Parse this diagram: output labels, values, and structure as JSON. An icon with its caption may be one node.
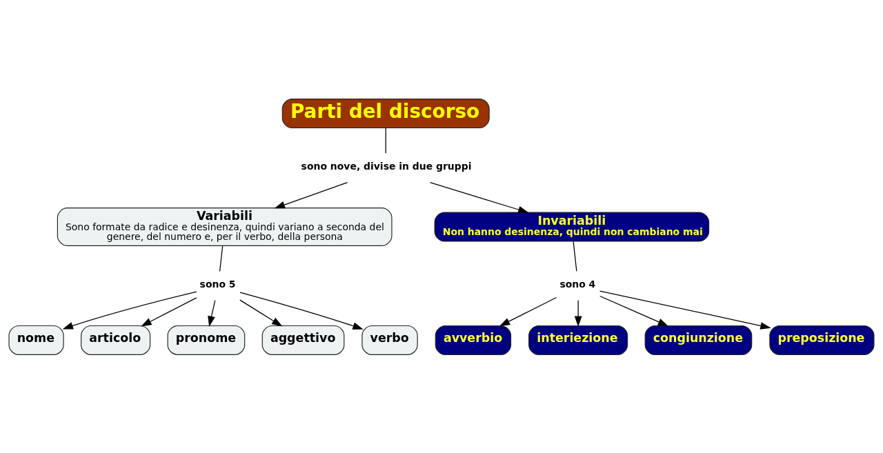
{
  "diagram": {
    "nodes": [
      {
        "text": [
          "Parti del discorso"
        ]
      },
      {
        "text": [
          "sono nove, divise in due gruppi"
        ]
      },
      {
        "text": [
          "Variabili",
          "Sono formate da radice e desinenza, quindi variano a seconda del genere, del numero e, per il verbo, della persona"
        ]
      },
      {
        "text": [
          "Invariabili",
          "Non hanno desinenza, quindi non cambiano mai"
        ]
      },
      {
        "text": [
          "sono 5"
        ]
      },
      {
        "text": [
          "nome"
        ]
      },
      {
        "text": [
          "articolo"
        ]
      },
      {
        "text": [
          "pronome"
        ]
      },
      {
        "text": [
          "aggettivo"
        ]
      },
      {
        "text": [
          "verbo"
        ]
      },
      {
        "text": [
          "sono 4"
        ]
      },
      {
        "text": [
          "avverbio"
        ]
      },
      {
        "text": [
          "interiezione"
        ]
      },
      {
        "text": [
          "congiunzione"
        ]
      },
      {
        "text": [
          "preposizione"
        ]
      }
    ],
    "edges": [
      {
        "from": 0,
        "to": 1,
        "arrow": "none"
      },
      {
        "from": 1,
        "to": 2,
        "arrow": "to"
      },
      {
        "from": 1,
        "to": 3,
        "arrow": "to"
      },
      {
        "from": 2,
        "to": 4,
        "arrow": "none"
      },
      {
        "from": 4,
        "to": 5,
        "arrow": "to"
      },
      {
        "from": 4,
        "to": 6,
        "arrow": "to"
      },
      {
        "from": 4,
        "to": 7,
        "arrow": "to"
      },
      {
        "from": 4,
        "to": 8,
        "arrow": "to"
      },
      {
        "from": 4,
        "to": 9,
        "arrow": "to"
      },
      {
        "from": 3,
        "to": 10,
        "arrow": "none"
      },
      {
        "from": 10,
        "to": 11,
        "arrow": "to"
      },
      {
        "from": 10,
        "to": 12,
        "arrow": "to"
      },
      {
        "from": 10,
        "to": 13,
        "arrow": "to"
      },
      {
        "from": 10,
        "to": 14,
        "arrow": "to"
      }
    ]
  }
}
